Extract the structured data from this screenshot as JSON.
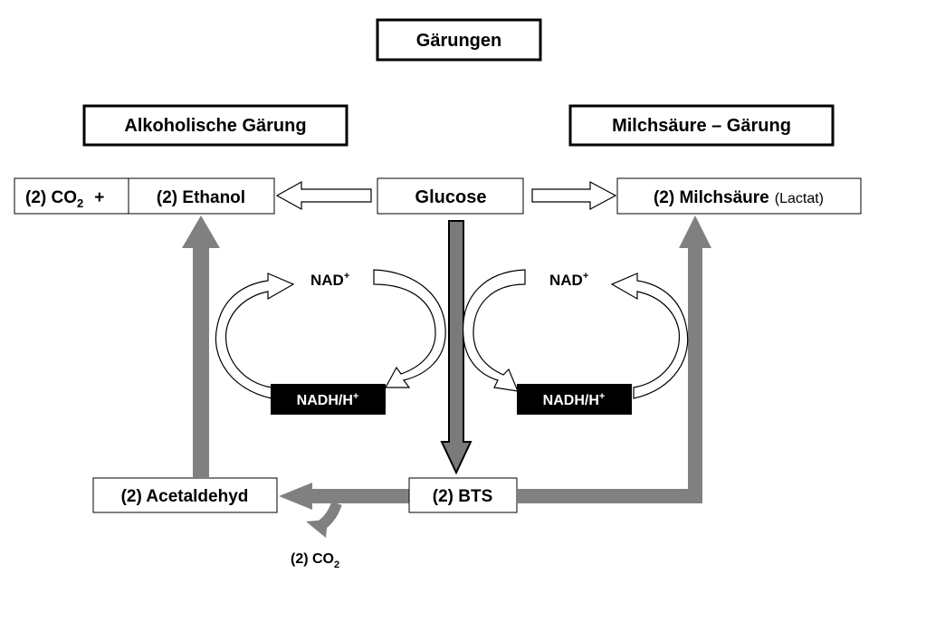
{
  "title": "Gärungen",
  "left_heading": "Alkoholische Gärung",
  "right_heading": "Milchsäure – Gärung",
  "left_products": {
    "co2_prefix": "(2) CO",
    "co2_sub": "2",
    "plus": "+",
    "ethanol": "(2) Ethanol"
  },
  "glucose": "Glucose",
  "right_product": {
    "main": "(2) Milchsäure",
    "note": "(Lactat)"
  },
  "left_cycle": {
    "oxidized": "NAD",
    "oxidized_sup": "+",
    "reduced": "NADH/H",
    "reduced_sup": "+"
  },
  "right_cycle": {
    "oxidized": "NAD",
    "oxidized_sup": "+",
    "reduced": "NADH/H",
    "reduced_sup": "+"
  },
  "acetaldehyd": "(2) Acetaldehyd",
  "bts": "(2) BTS",
  "co2_release": {
    "prefix": "(2) CO",
    "sub": "2"
  },
  "colors": {
    "main_arrow": "#808080",
    "central_arrow": "#7a7a7a",
    "reduced_box": "#000000",
    "outline": "#000000"
  }
}
